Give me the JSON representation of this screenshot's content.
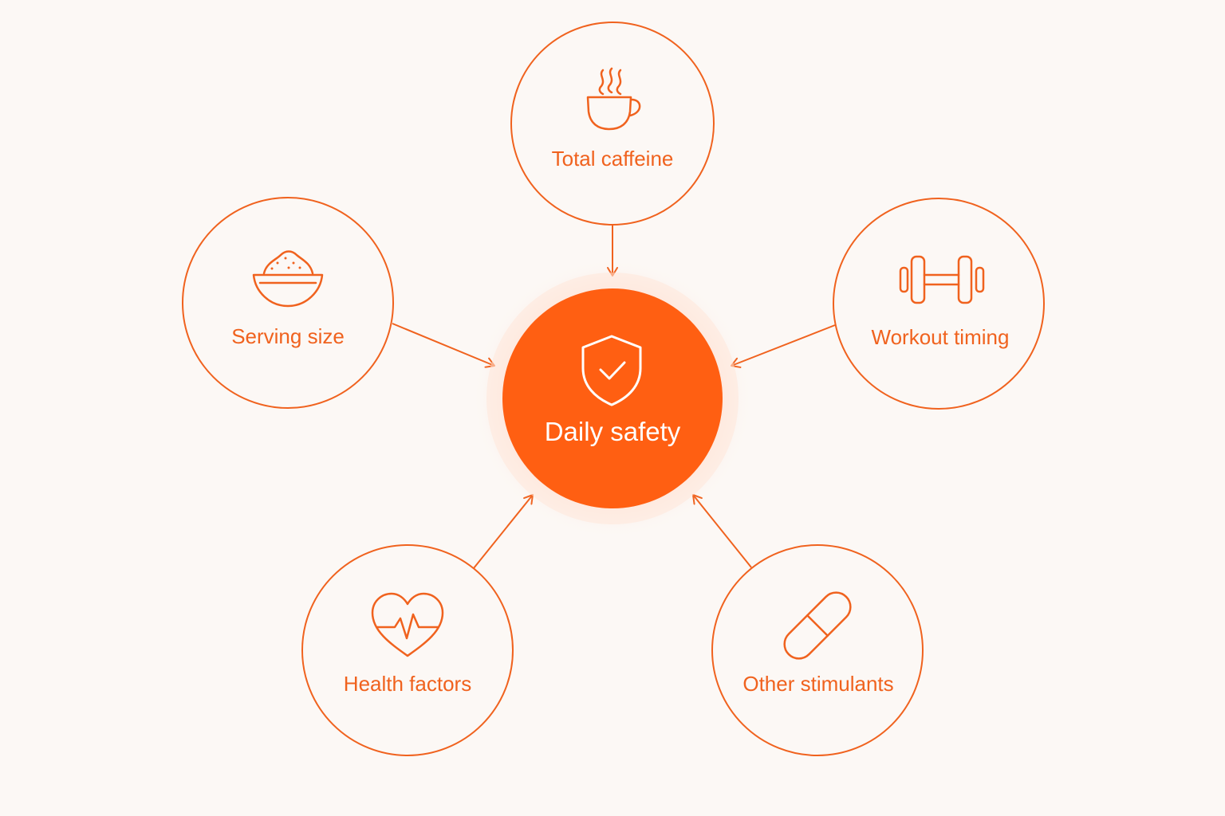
{
  "colors": {
    "accent": "#f0621e",
    "center_fill": "#ff5f12",
    "center_text": "#ffffff",
    "background": "#fcf8f5"
  },
  "center": {
    "label": "Daily safety",
    "icon": "shield-check-icon"
  },
  "nodes": {
    "total_caffeine": {
      "label": "Total caffeine",
      "icon": "coffee-cup-icon"
    },
    "serving_size": {
      "label": "Serving size",
      "icon": "powder-bowl-icon"
    },
    "workout_timing": {
      "label": "Workout timing",
      "icon": "dumbbell-icon"
    },
    "health_factors": {
      "label": "Health factors",
      "icon": "heart-pulse-icon"
    },
    "other_stimulants": {
      "label": "Other stimulants",
      "icon": "capsule-icon"
    }
  },
  "connections": [
    {
      "from": "Total caffeine",
      "to": "Daily safety"
    },
    {
      "from": "Serving size",
      "to": "Daily safety"
    },
    {
      "from": "Workout timing",
      "to": "Daily safety"
    },
    {
      "from": "Health factors",
      "to": "Daily safety"
    },
    {
      "from": "Other stimulants",
      "to": "Daily safety"
    }
  ]
}
